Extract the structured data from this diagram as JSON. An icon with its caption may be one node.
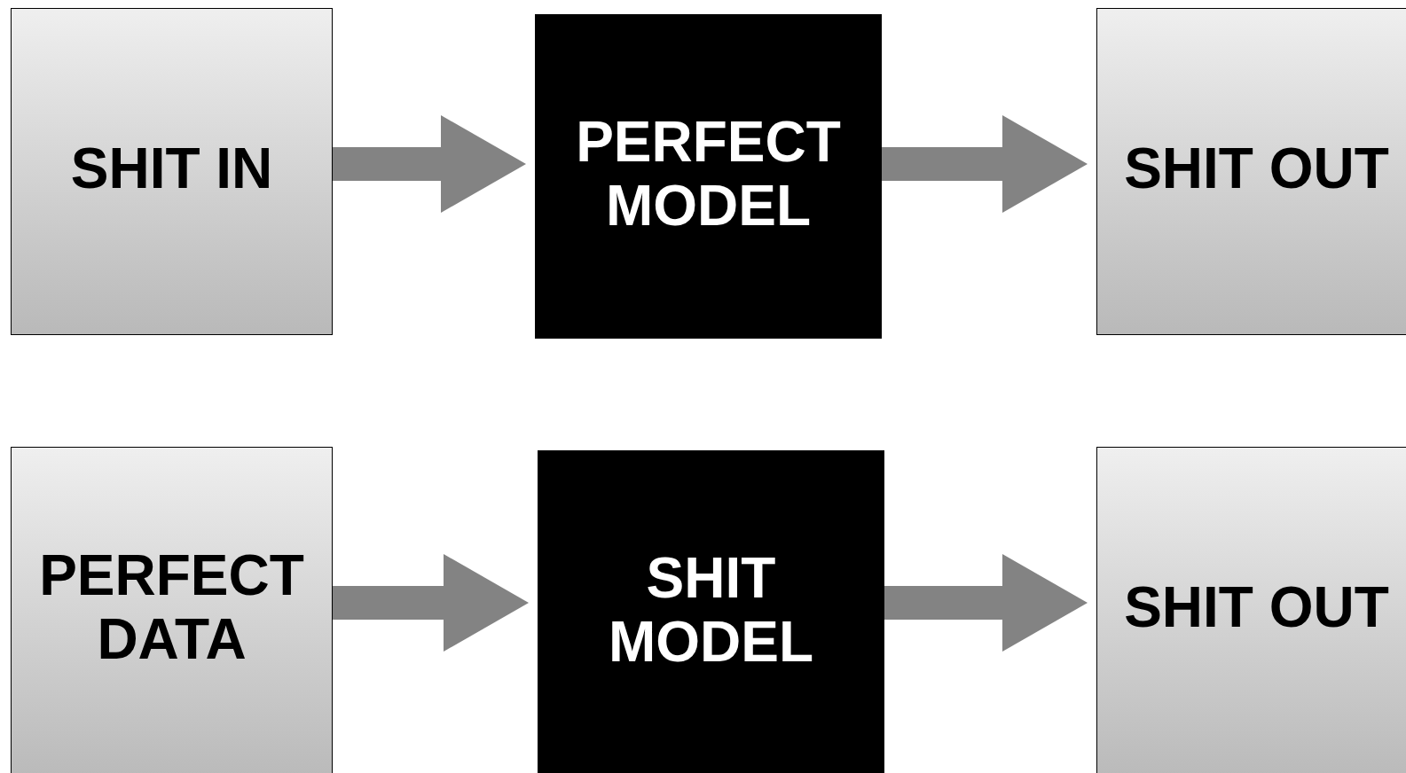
{
  "diagram": {
    "nodes": [
      {
        "text": [
          "SHIT IN"
        ]
      },
      {
        "text": [
          "PERFECT MODEL"
        ]
      },
      {
        "text": [
          "SHIT OUT"
        ]
      },
      {
        "text": [
          "PERFECT DATA"
        ]
      },
      {
        "text": [
          "SHIT MODEL"
        ]
      },
      {
        "text": [
          "SHIT OUT"
        ]
      }
    ],
    "edges": [
      {
        "from": 0,
        "to": 1,
        "arrow": "to"
      },
      {
        "from": 1,
        "to": 2,
        "arrow": "to"
      },
      {
        "from": 3,
        "to": 4,
        "arrow": "to"
      },
      {
        "from": 4,
        "to": 5,
        "arrow": "to"
      }
    ]
  }
}
